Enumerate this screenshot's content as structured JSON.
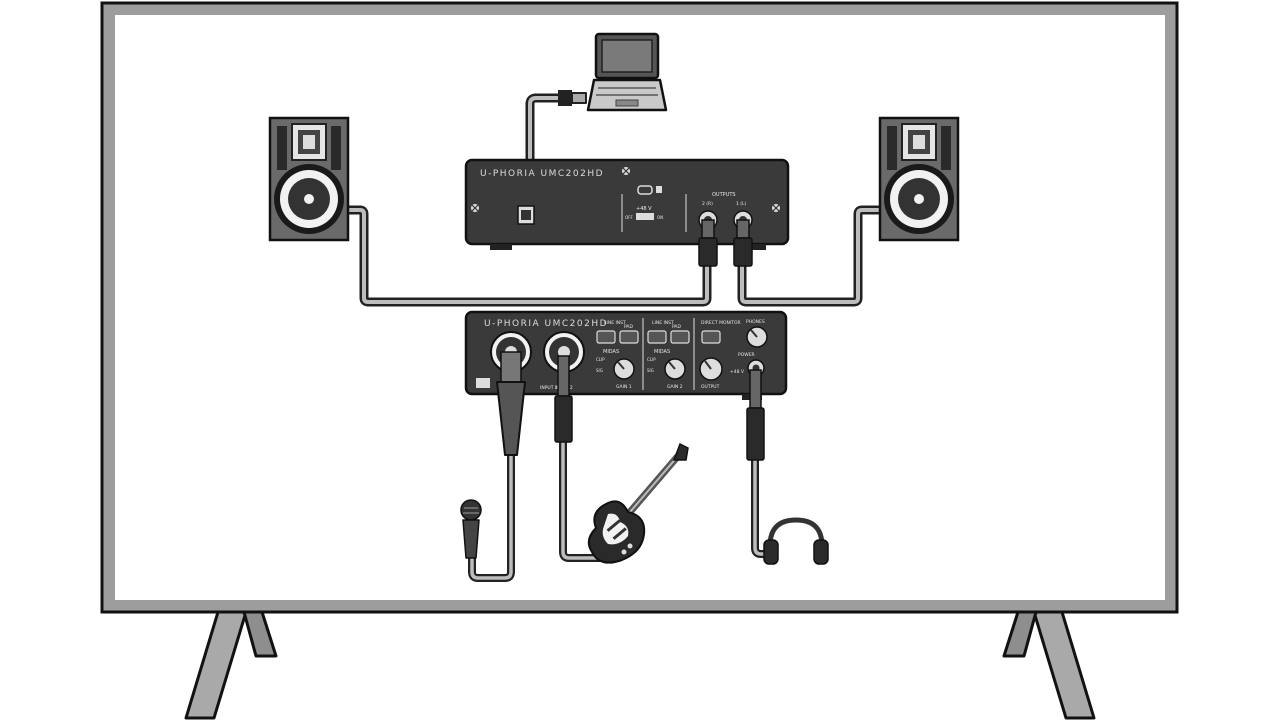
{
  "rear_panel": {
    "brand": "U-PHORIA UMC202HD",
    "phantom_label": "+48 V",
    "phantom_off": "OFF",
    "phantom_on": "ON",
    "outputs_label": "OUTPUTS",
    "output_left": "2 (R)",
    "output_right": "1 (L)"
  },
  "front_panel": {
    "brand": "U-PHORIA UMC202HD",
    "ch1_line_inst": "LINE INST",
    "ch1_pad": "PAD",
    "ch1_midas": "MIDAS",
    "ch1_clip": "CLIP",
    "ch1_sig": "SIG",
    "ch1_gain": "GAIN 1",
    "ch1_input": "INPUT 1",
    "ch2_line_inst": "LINE INST",
    "ch2_pad": "PAD",
    "ch2_midas": "MIDAS",
    "ch2_clip": "CLIP",
    "ch2_sig": "SIG",
    "ch2_gain": "GAIN 2",
    "ch2_input": "INPUT 2",
    "direct_monitor": "DIRECT MONITOR",
    "output": "OUTPUT",
    "phones": "PHONES",
    "power": "POWER",
    "phantom": "+48 V"
  },
  "colors": {
    "device_body": "#3a3a3a",
    "frame_gray": "#9d9d9d",
    "cable": "#3c3c3c",
    "screen_bg": "#ffffff"
  }
}
